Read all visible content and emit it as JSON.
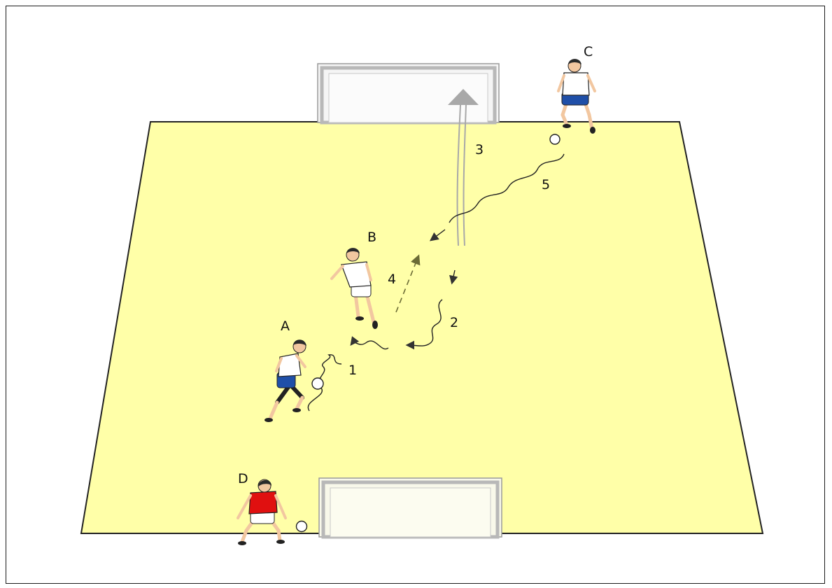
{
  "players": [
    {
      "id": "A",
      "label": "A",
      "shirt": "#ffffff",
      "shorts": "#1f4fa8"
    },
    {
      "id": "B",
      "label": "B",
      "shirt": "#ffffff",
      "shorts": "#ffffff"
    },
    {
      "id": "C",
      "label": "C",
      "shirt": "#ffffff",
      "shorts": "#1f4fa8"
    },
    {
      "id": "D",
      "label": "D",
      "shirt": "#e01010",
      "shorts": "#ffffff"
    }
  ],
  "moves": [
    {
      "id": "1",
      "label": "1",
      "kind": "dribble"
    },
    {
      "id": "2",
      "label": "2",
      "kind": "dribble"
    },
    {
      "id": "3",
      "label": "3",
      "kind": "shot"
    },
    {
      "id": "4",
      "label": "4",
      "kind": "run"
    },
    {
      "id": "5",
      "label": "5",
      "kind": "dribble"
    }
  ],
  "colors": {
    "pitch": "#ffffa8",
    "pitch_line": "#222222",
    "goal_frame": "#d4d4d4",
    "goal_net": "#f5f5f5",
    "arrow_head": "#333333",
    "run_arrow": "#6b6b35",
    "shot_arrow": "#a8a8a8",
    "skin": "#f2c7a0",
    "hair": "#2a2a2a"
  }
}
